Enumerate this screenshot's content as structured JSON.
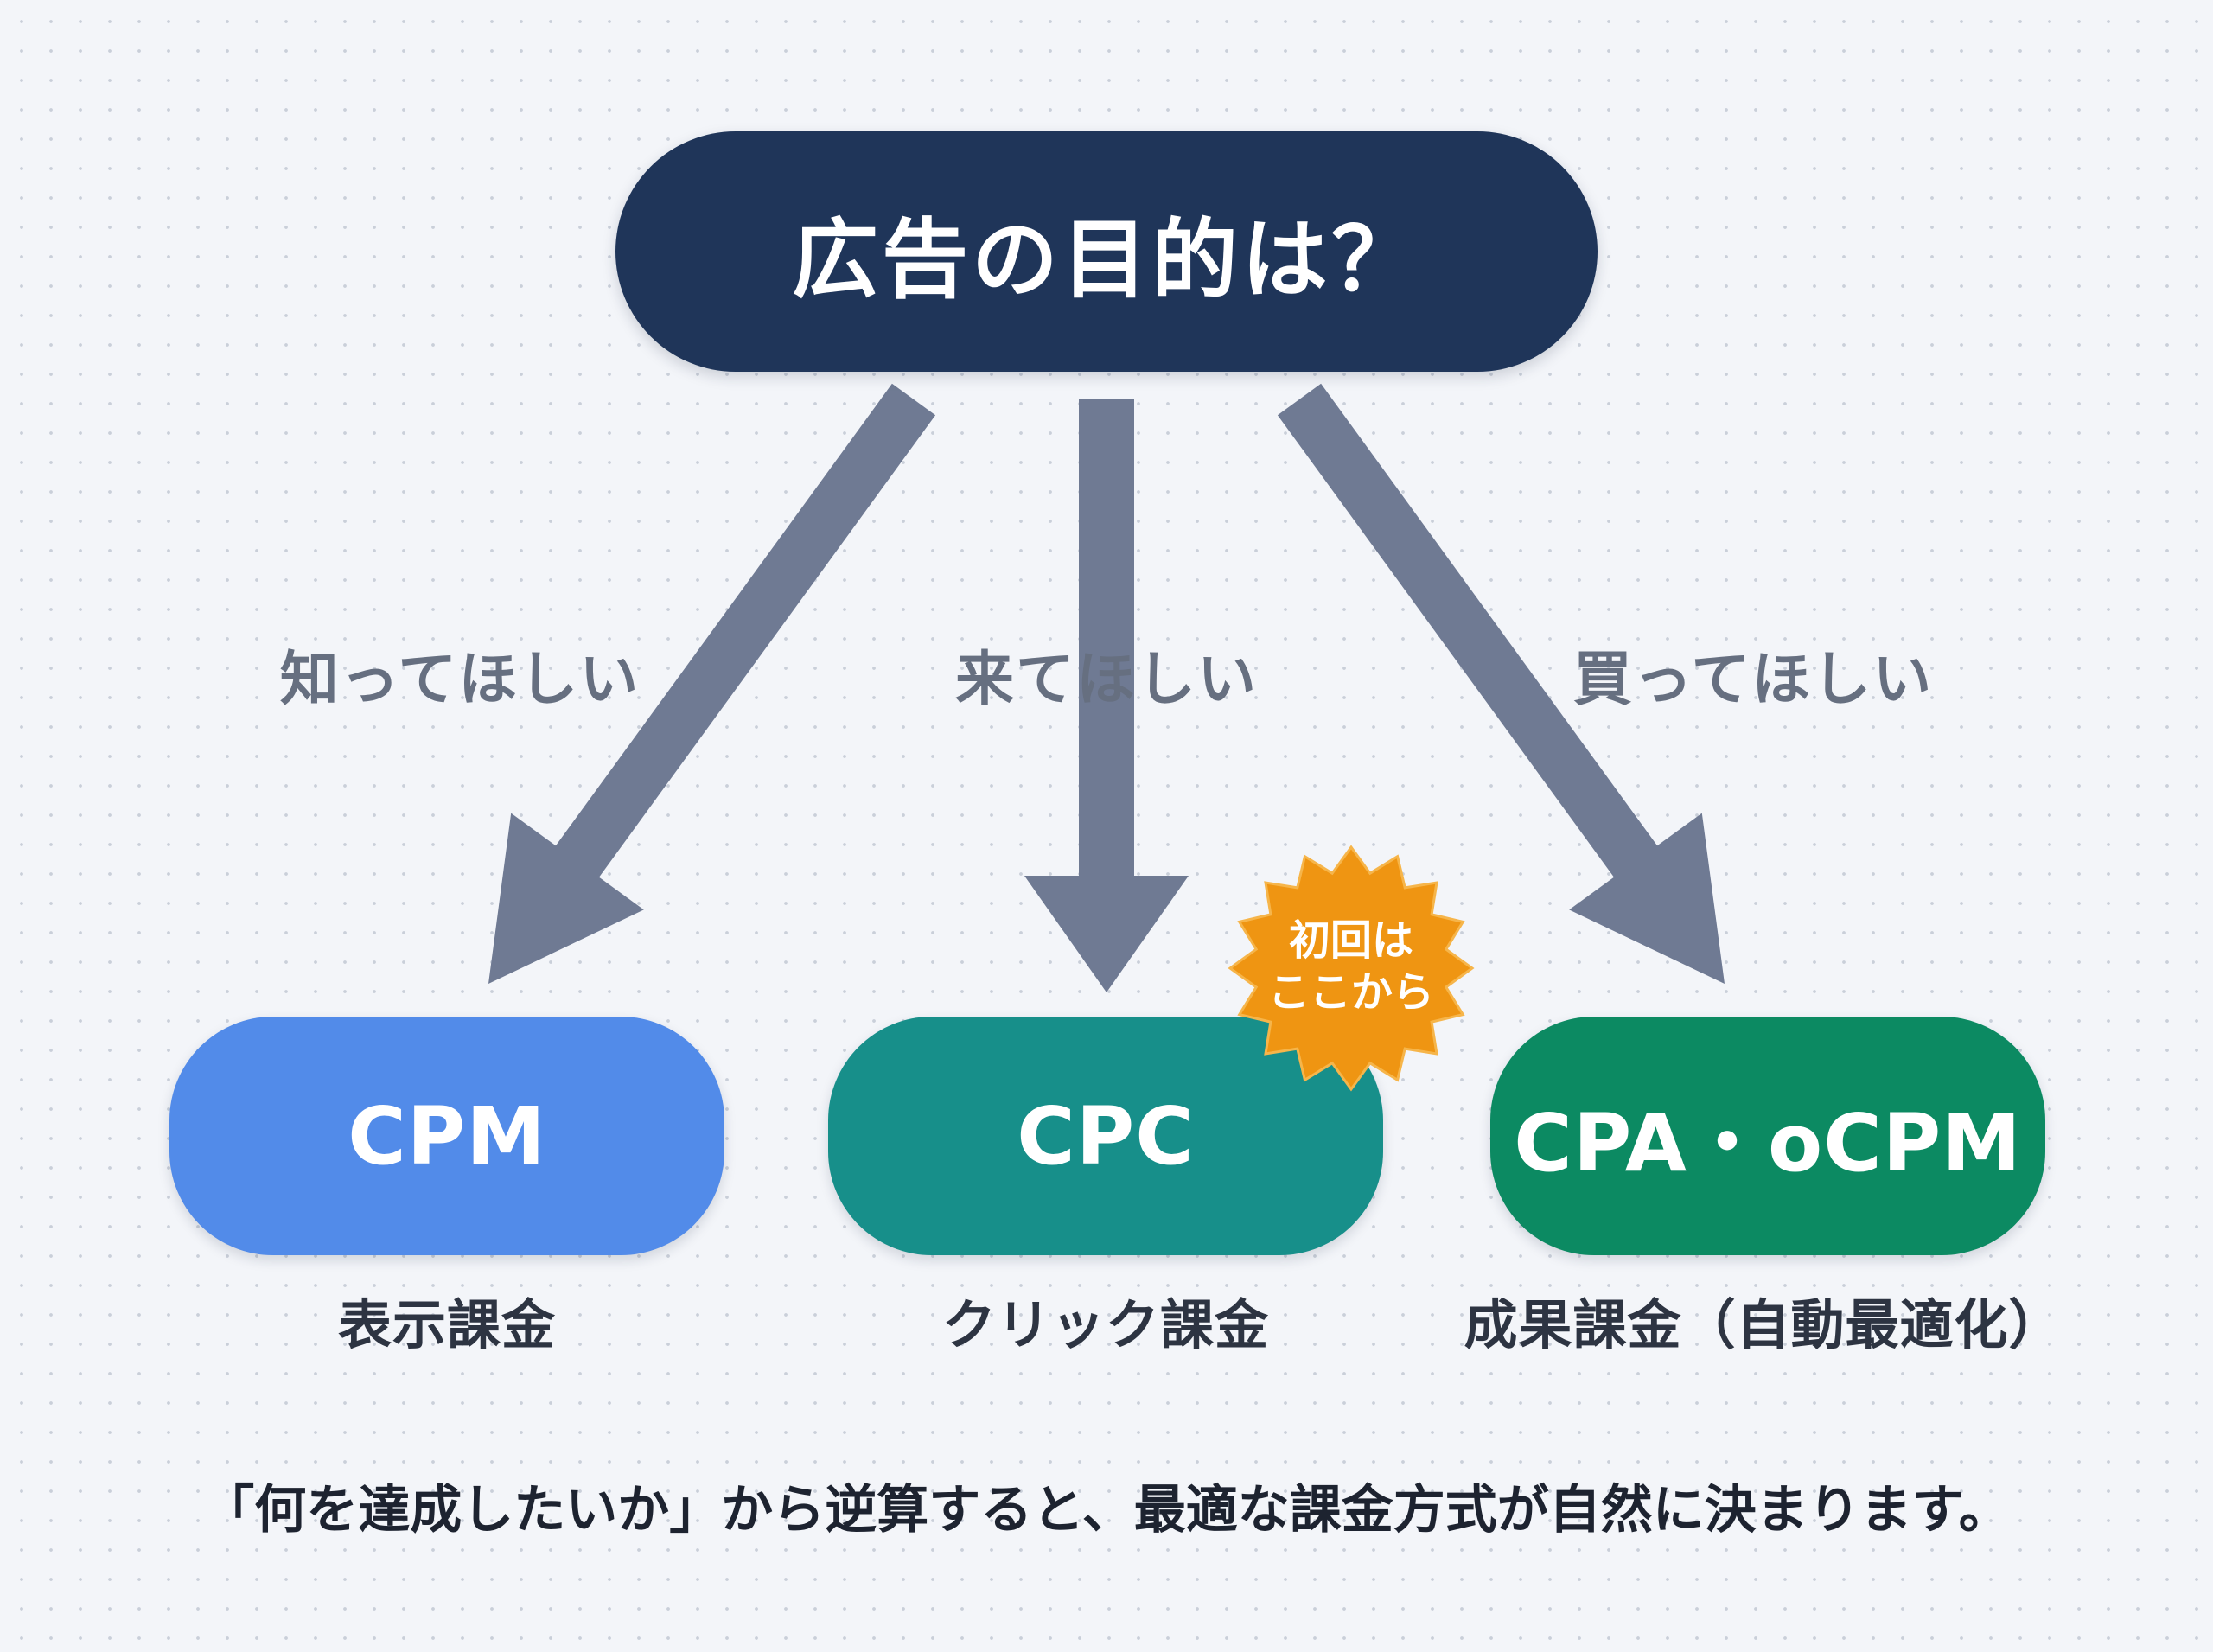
{
  "colors": {
    "question_bg": "#1f3559",
    "arrow": "#6f7a93",
    "cpm": "#528be9",
    "cpc": "#178f8a",
    "cpa": "#0c8a62",
    "badge": "#ef9512",
    "badge_arrow": "#e08a15"
  },
  "question": {
    "text": "広告の目的は？"
  },
  "goals": [
    {
      "text": "知ってほしい"
    },
    {
      "text": "来てほしい"
    },
    {
      "text": "買ってほしい"
    }
  ],
  "methods": [
    {
      "name": "CPM",
      "billing": "表示課金"
    },
    {
      "name": "CPC",
      "billing": "クリック課金"
    },
    {
      "name": "CPA・oCPM",
      "billing": "成果課金（自動最適化）"
    }
  ],
  "badge": {
    "line1": "初回は",
    "line2": "ここから",
    "icon": "starburst-badge"
  },
  "footer": {
    "text": "「何を達成したいか」から逆算すると、最適な課金方式が自然に決まります。"
  }
}
